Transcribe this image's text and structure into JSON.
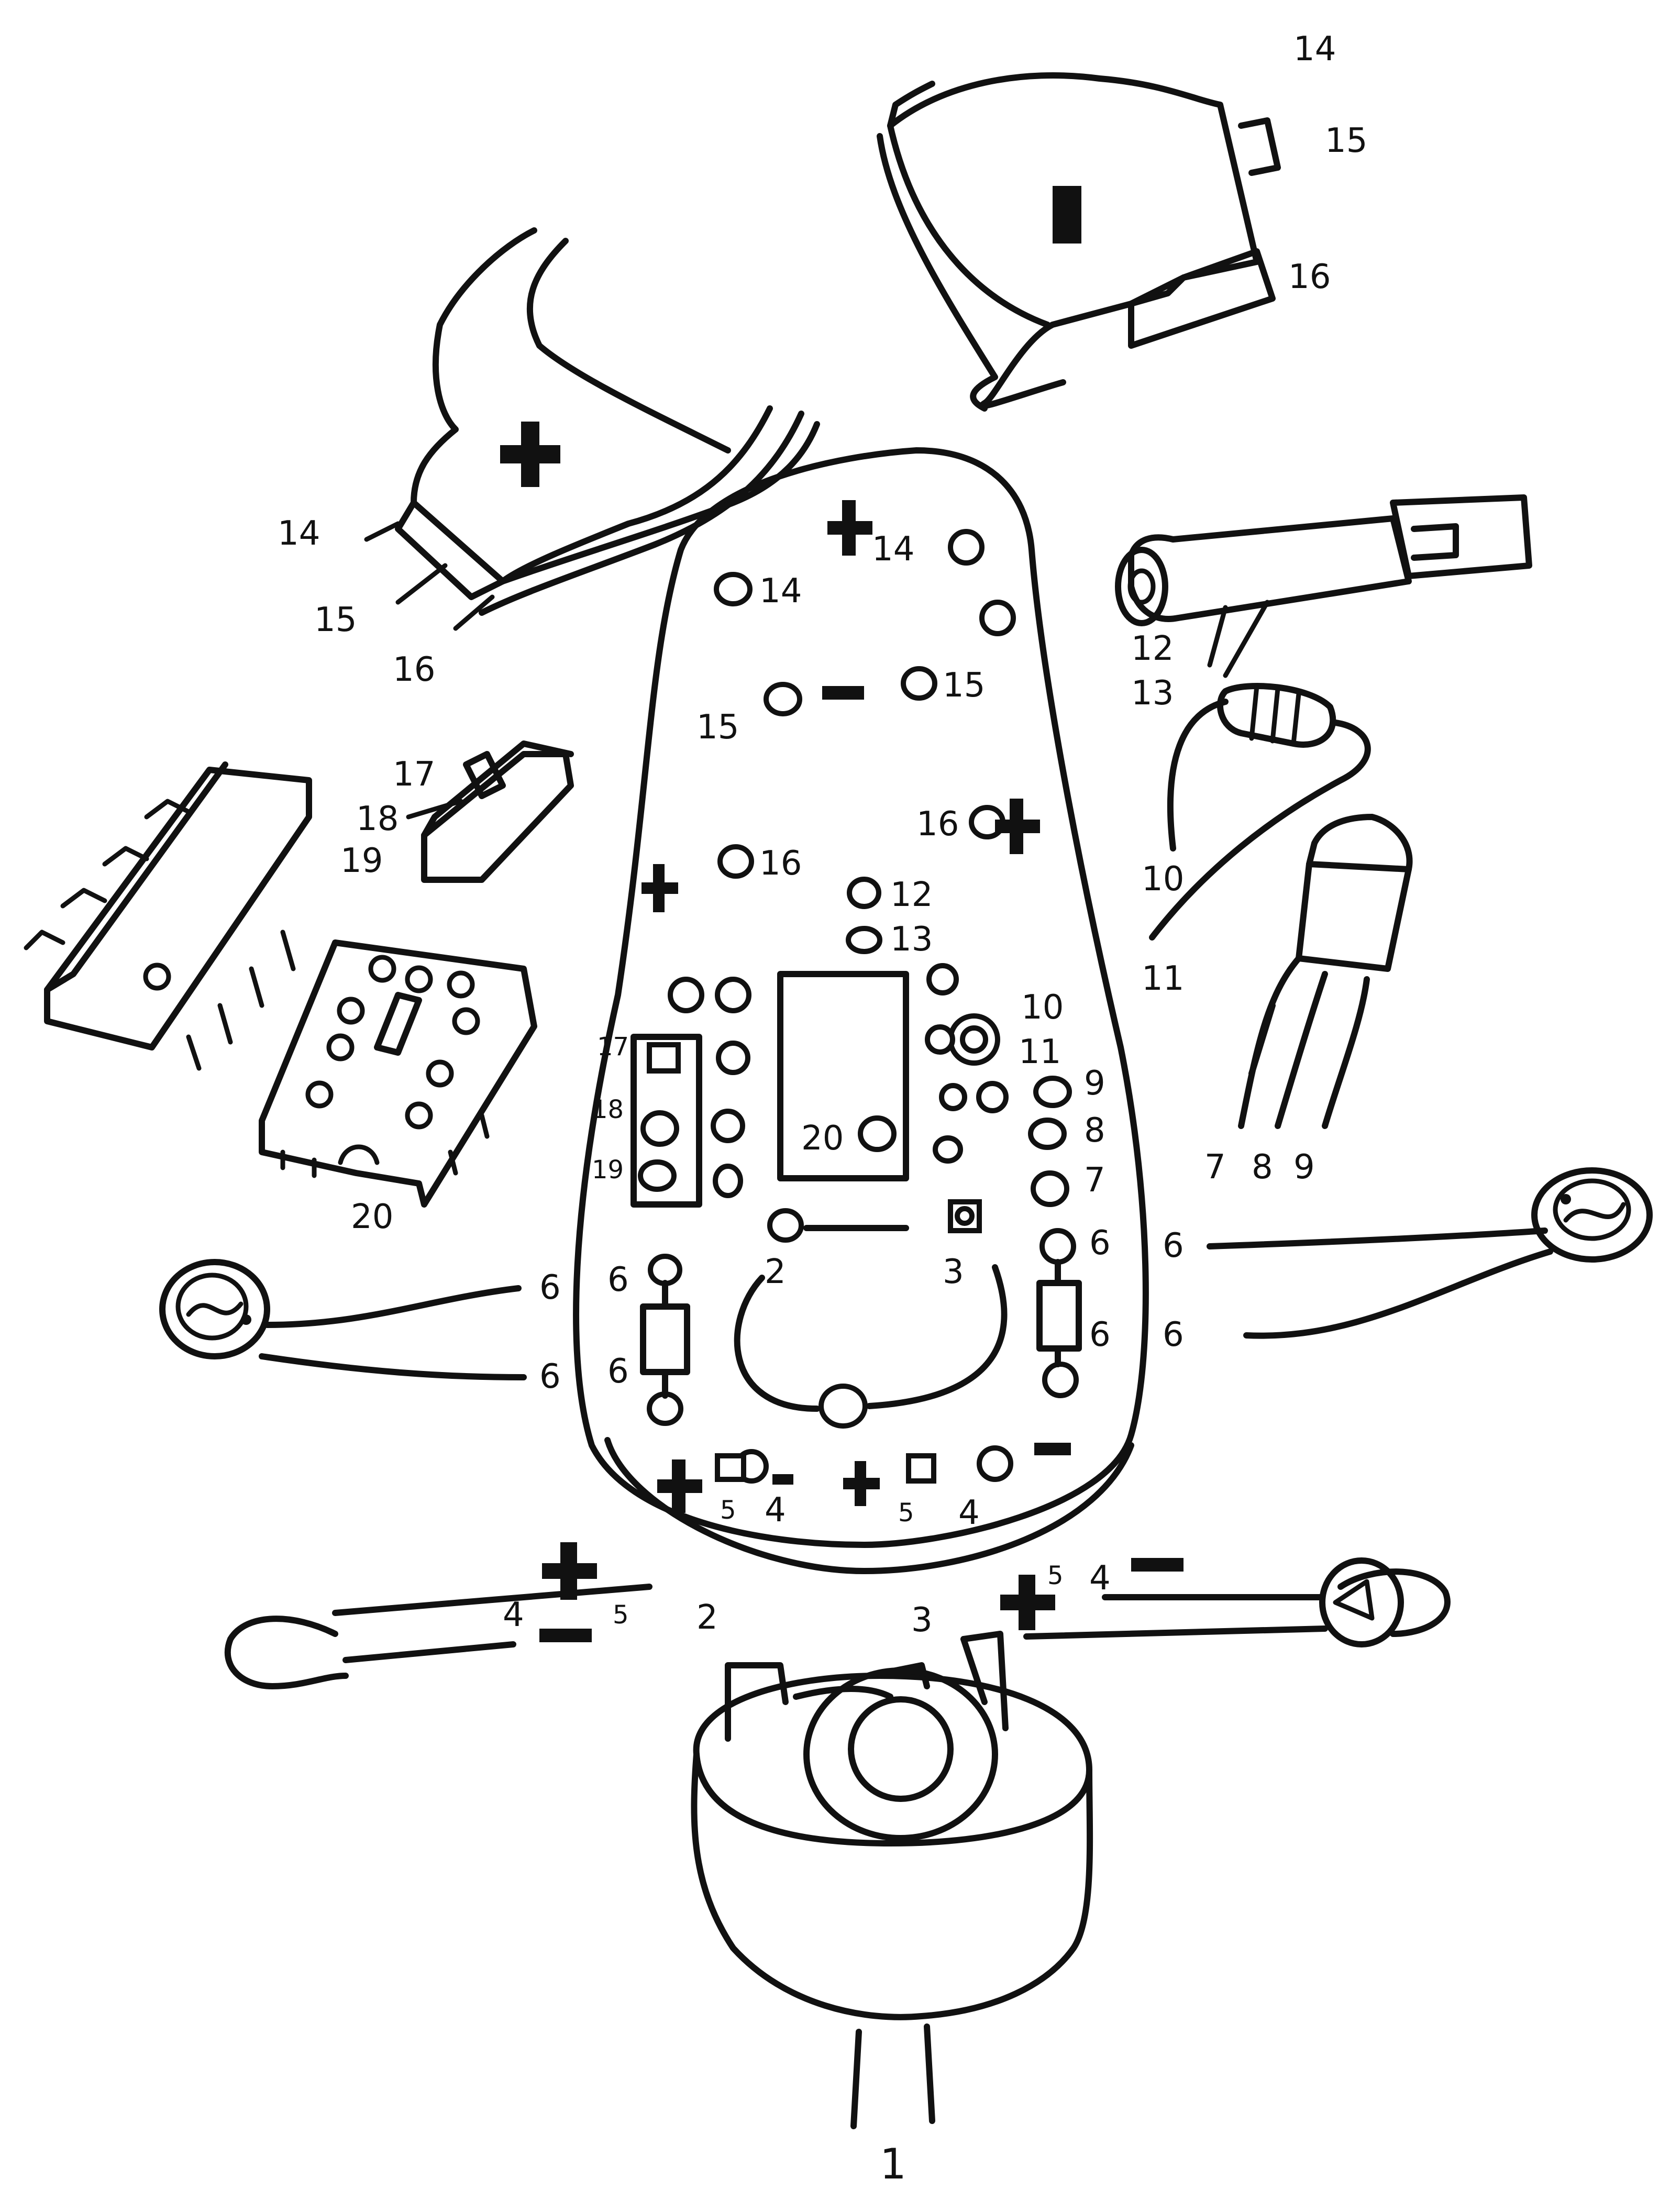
{
  "diagram": {
    "title": "PCB assembly sketch",
    "labels": {
      "l1": "1",
      "l2": "2",
      "l3": "3",
      "l4": "4",
      "l5": "5",
      "l6": "6",
      "l7": "7",
      "l8": "8",
      "l9": "9",
      "l10": "10",
      "l11": "11",
      "l12": "12",
      "l13": "13",
      "l14": "14",
      "l15": "15",
      "l16": "16",
      "l17": "17",
      "l18": "18",
      "l19": "19",
      "l20": "20"
    },
    "components": [
      "board",
      "battery-clip-plus",
      "battery-clip-minus",
      "trimmer",
      "ic-chip",
      "ic-socket",
      "led",
      "resistor",
      "transistor",
      "buzzer",
      "sensor-disc",
      "button-switch"
    ]
  }
}
